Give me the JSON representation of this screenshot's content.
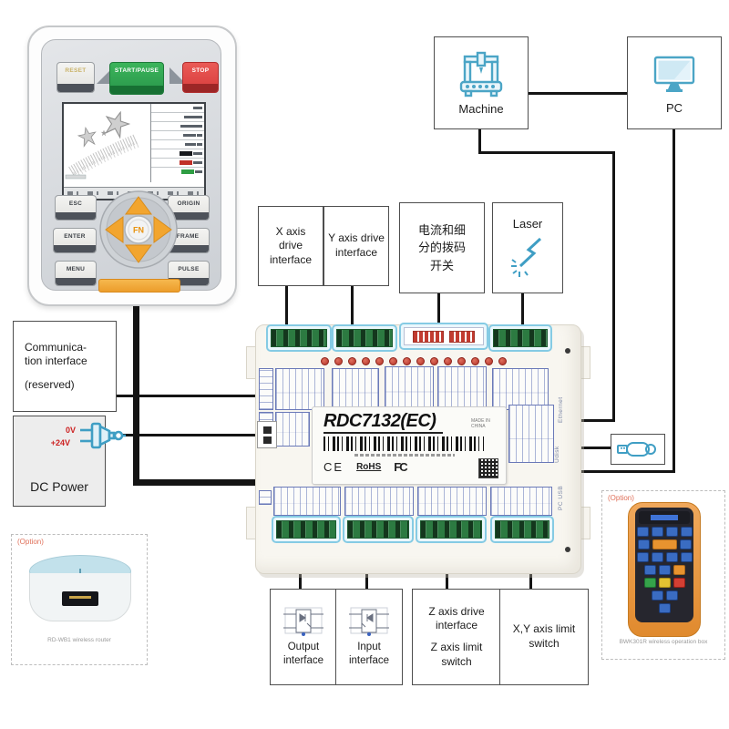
{
  "panel": {
    "reset": "RESET",
    "start_pause": "START/PAUSE",
    "stop": "STOP",
    "esc": "ESC",
    "enter": "ENTER",
    "menu": "MENU",
    "origin": "ORIGIN",
    "frame": "FRAME",
    "pulse": "PULSE",
    "fn": "FN"
  },
  "nodes": {
    "machine": "Machine",
    "pc": "PC",
    "x_axis": "X axis drive interface",
    "y_axis": "Y axis drive interface",
    "dip": "电流和细分的拨码开关",
    "laser": "Laser",
    "comm_line1": "Communica-",
    "comm_line2": "tion interface",
    "comm_note": "(reserved)",
    "dc_0v": "0V",
    "dc_24v": "+24V",
    "dc_label": "DC Power",
    "output": "Output interface",
    "input": "Input interface",
    "z_line1": "Z axis drive interface",
    "z_line2": "Z axis limit switch",
    "xy": "X,Y axis limit switch"
  },
  "board": {
    "model": "RDC7132(EC)",
    "made_in": "MADE IN CHINA",
    "ce": "CE",
    "rohs": "RoHS",
    "fcc": "FC",
    "ethernet": "Ethernet",
    "udisk": "Udisk",
    "pc_usb": "PC USB"
  },
  "options": {
    "tag": "(Option)",
    "router_caption": "RD-WB1 wireless router",
    "remote_caption": "BWK301R wireless operation box"
  },
  "colors": {
    "accent_blue": "#4BA5C6",
    "wire": "#141414",
    "green_button": "#2EA24B",
    "red_button": "#E04848",
    "orange": "#F0A43A",
    "led_red": "#C54740",
    "terminal_green": "#2C7A41",
    "option_red": "#E0715A"
  }
}
